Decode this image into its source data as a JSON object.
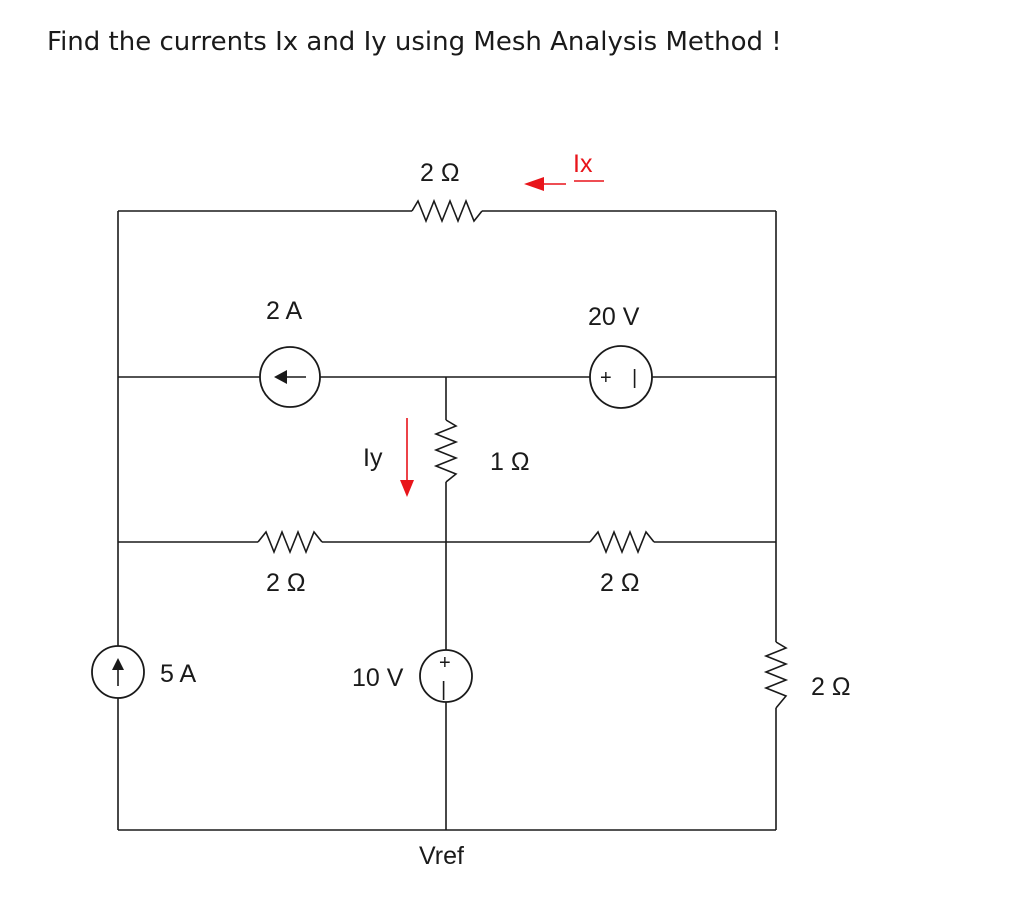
{
  "title": "Find the currents Ix and Iy using Mesh Analysis Method !",
  "labels": {
    "r_top": "2 Ω",
    "ix": "Ix",
    "i_2a": "2 A",
    "v_20": "20 V",
    "iy": "Iy",
    "r_1": "1 Ω",
    "r_left_mid": "2 Ω",
    "r_right_mid": "2 Ω",
    "i_5a": "5 A",
    "v_10": "10 V",
    "r_right": "2 Ω",
    "vref": "Vref"
  },
  "source_marks": {
    "v20_plus": "+",
    "v20_minus": "|",
    "v10_plus": "+",
    "v10_minus": "|"
  },
  "colors": {
    "wire": "#1a1a1a",
    "annotation_arrow": "#e8141a"
  }
}
